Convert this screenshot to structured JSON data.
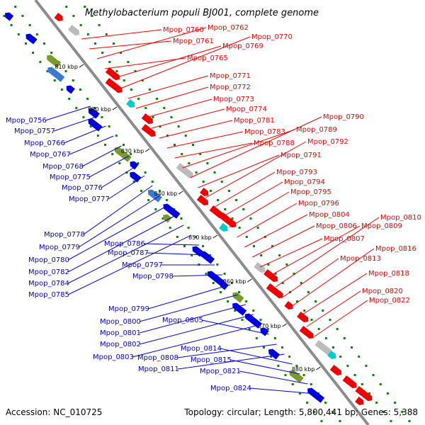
{
  "title": "Methylobacterium populi BJ001, complete genome",
  "accession": "Accession: NC_010725",
  "summary": "Topology: circular; Length: 5,800,441 bp; Genes: 5,388",
  "colors": {
    "backbone": "#8c8c8c",
    "forward_label": "#ee0000",
    "reverse_label": "#0000cc",
    "forward_gene": "#ee0000",
    "reverse_gene": "#0000dd",
    "tick": "#008800"
  },
  "ticks": [
    "810 kbp",
    "820 kbp",
    "830 kbp",
    "840 kbp",
    "850 kbp",
    "860 kbp",
    "870 kbp",
    "880 kbp"
  ],
  "forward_genes": [
    "Mpop_0760",
    "Mpop_0761",
    "Mpop_0762",
    "Mpop_0765",
    "Mpop_0769",
    "Mpop_0770",
    "Mpop_0771",
    "Mpop_0772",
    "Mpop_0773",
    "Mpop_0774",
    "Mpop_0781",
    "Mpop_0783",
    "Mpop_0788",
    "Mpop_0789",
    "Mpop_0790",
    "Mpop_0791",
    "Mpop_0792",
    "Mpop_0793",
    "Mpop_0794",
    "Mpop_0795",
    "Mpop_0796",
    "Mpop_0804",
    "Mpop_0806",
    "Mpop_0807",
    "Mpop_0809",
    "Mpop_0810",
    "Mpop_0813",
    "Mpop_0816",
    "Mpop_0818",
    "Mpop_0820",
    "Mpop_0822"
  ],
  "reverse_genes": [
    "Mpop_0756",
    "Mpop_0757",
    "Mpop_0766",
    "Mpop_0767",
    "Mpop_0768",
    "Mpop_0775",
    "Mpop_0776",
    "Mpop_0777",
    "Mpop_0778",
    "Mpop_0779",
    "Mpop_0780",
    "Mpop_0782",
    "Mpop_0784",
    "Mpop_0785",
    "Mpop_0786",
    "Mpop_0787",
    "Mpop_0797",
    "Mpop_0798",
    "Mpop_0799",
    "Mpop_0800",
    "Mpop_0801",
    "Mpop_0802",
    "Mpop_0803",
    "Mpop_0805",
    "Mpop_0808",
    "Mpop_0811",
    "Mpop_0814",
    "Mpop_0815",
    "Mpop_0821",
    "Mpop_0824"
  ]
}
